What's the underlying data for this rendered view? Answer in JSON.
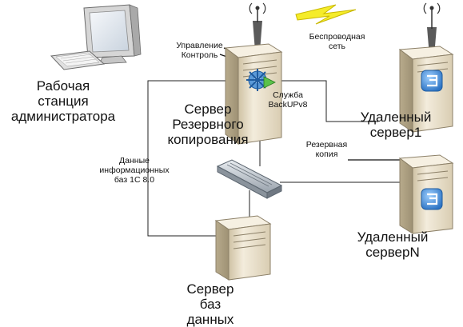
{
  "labels": {
    "workstation": "Рабочая\nстанция\nадминистратора",
    "backup_server": "Сервер\nРезервного\nкопирования",
    "remote_server_1": "Удаленный\nсервер1",
    "remote_server_n": "Удаленный\nсерверN",
    "db_server": "Сервер\nбаз\nданных",
    "management": "Управление\nКонтроль",
    "backup_service": "Служба\nBackUPv8",
    "wireless": "Беспроводная\nсеть",
    "reserve_copy": "Резервная\nкопия",
    "db_data": "Данные\nинформационных\nбаз 1С 8.0"
  },
  "icons": [
    "monitor-icon",
    "keyboard-icon",
    "server-icon",
    "antenna-icon",
    "gear-icon",
    "arrow-icon",
    "lightning-icon",
    "network-switch-icon"
  ],
  "colors": {
    "lightning": "#f5ec2a",
    "server_case": "#e8dcc0",
    "gear": "#5b9ad8",
    "play_arrow": "#5ac24a",
    "backup_icon": "#3a8fd8"
  }
}
